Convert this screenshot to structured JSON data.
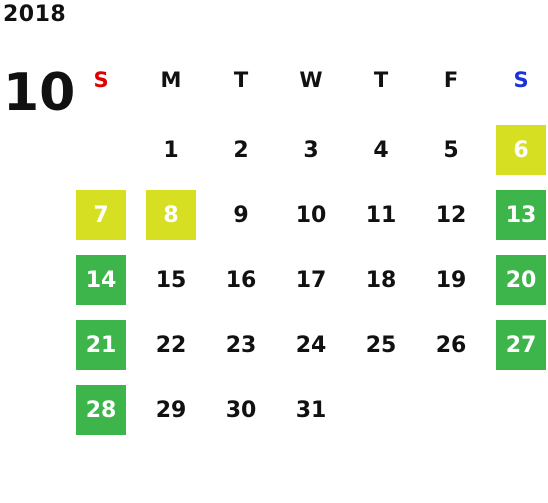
{
  "calendar": {
    "year": "2018",
    "month": "10",
    "colors": {
      "sunday_header": "#e00000",
      "saturday_header": "#1a32d8",
      "weekend_green": "#3db54a",
      "holiday_yellow": "#d7df23"
    },
    "weekdays": [
      {
        "label": "S",
        "color": "#e00000"
      },
      {
        "label": "M",
        "color": "#111111"
      },
      {
        "label": "T",
        "color": "#111111"
      },
      {
        "label": "W",
        "color": "#111111"
      },
      {
        "label": "T",
        "color": "#111111"
      },
      {
        "label": "F",
        "color": "#111111"
      },
      {
        "label": "S",
        "color": "#1a32d8"
      }
    ],
    "days": [
      {
        "day": "1",
        "highlight": "none"
      },
      {
        "day": "2",
        "highlight": "none"
      },
      {
        "day": "3",
        "highlight": "none"
      },
      {
        "day": "4",
        "highlight": "none"
      },
      {
        "day": "5",
        "highlight": "none"
      },
      {
        "day": "6",
        "highlight": "yellow"
      },
      {
        "day": "7",
        "highlight": "yellow"
      },
      {
        "day": "8",
        "highlight": "yellow"
      },
      {
        "day": "9",
        "highlight": "none"
      },
      {
        "day": "10",
        "highlight": "none"
      },
      {
        "day": "11",
        "highlight": "none"
      },
      {
        "day": "12",
        "highlight": "none"
      },
      {
        "day": "13",
        "highlight": "green"
      },
      {
        "day": "14",
        "highlight": "green"
      },
      {
        "day": "15",
        "highlight": "none"
      },
      {
        "day": "16",
        "highlight": "none"
      },
      {
        "day": "17",
        "highlight": "none"
      },
      {
        "day": "18",
        "highlight": "none"
      },
      {
        "day": "19",
        "highlight": "none"
      },
      {
        "day": "20",
        "highlight": "green"
      },
      {
        "day": "21",
        "highlight": "green"
      },
      {
        "day": "22",
        "highlight": "none"
      },
      {
        "day": "23",
        "highlight": "none"
      },
      {
        "day": "24",
        "highlight": "none"
      },
      {
        "day": "25",
        "highlight": "none"
      },
      {
        "day": "26",
        "highlight": "none"
      },
      {
        "day": "27",
        "highlight": "green"
      },
      {
        "day": "28",
        "highlight": "green"
      },
      {
        "day": "29",
        "highlight": "none"
      },
      {
        "day": "30",
        "highlight": "none"
      },
      {
        "day": "31",
        "highlight": "none"
      }
    ]
  }
}
